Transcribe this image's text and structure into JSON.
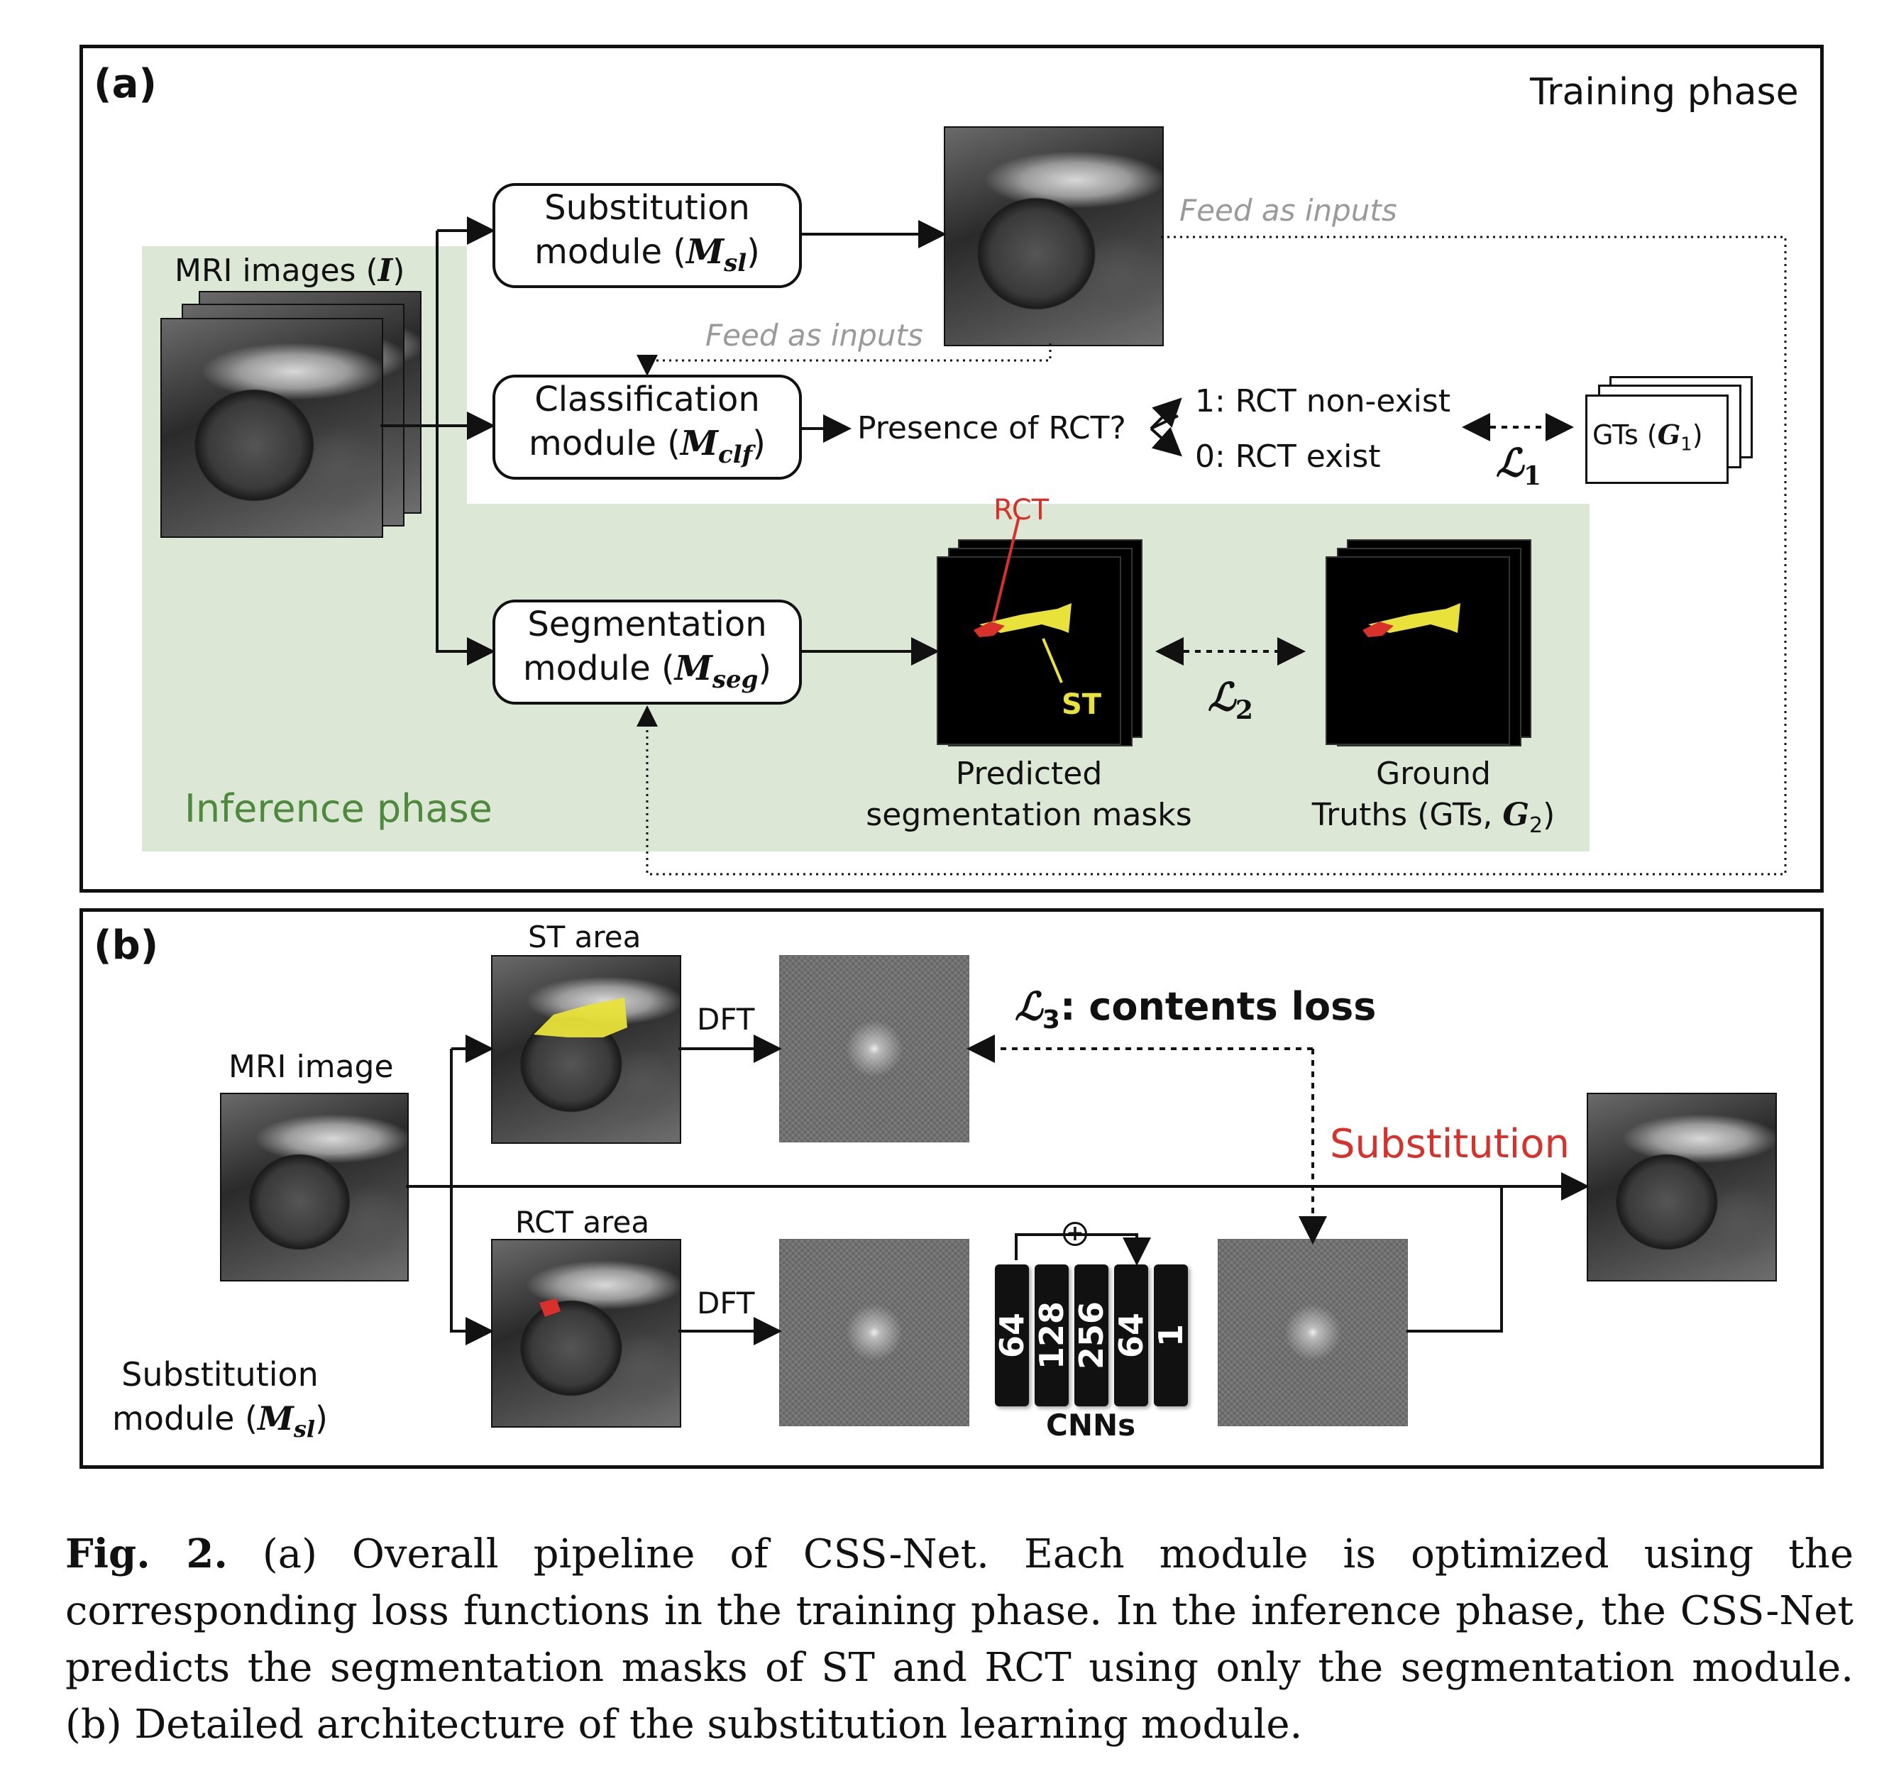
{
  "panel_a": {
    "label": "(a)",
    "training_phase": "Training phase",
    "inference_phase": "Inference phase",
    "mri_images": "MRI images (",
    "mri_images_sym": "I",
    "mri_images_close": ")",
    "substitution": {
      "line1": "Substitution",
      "line2": "module (",
      "sym": "M",
      "sub": "sl",
      "close": ")"
    },
    "classification": {
      "line1": "Classification",
      "line2": "module (",
      "sym": "M",
      "sub": "clf",
      "close": ")"
    },
    "segmentation": {
      "line1": "Segmentation",
      "line2": "module (",
      "sym": "M",
      "sub": "seg",
      "close": ")"
    },
    "feed_as_inputs_1": "Feed as inputs",
    "feed_as_inputs_2": "Feed as inputs",
    "presence": "Presence of RCT?",
    "option_1": "1: RCT non-exist",
    "option_0": "0: RCT exist",
    "gts_g1": "GTs (",
    "gts_g1_sym": "G",
    "gts_g1_sub": "1",
    "gts_g1_close": ")",
    "loss1": "ℒ",
    "loss1_sub": "1",
    "loss2": "ℒ",
    "loss2_sub": "2",
    "rct_label": "RCT",
    "st_label": "ST",
    "predicted_line1": "Predicted",
    "predicted_line2": "segmentation masks",
    "ground_line1": "Ground",
    "ground_line2": "Truths (GTs, ",
    "ground_sym": "G",
    "ground_sub": "2",
    "ground_close": ")"
  },
  "panel_b": {
    "label": "(b)",
    "st_area": "ST area",
    "rct_area": "RCT area",
    "mri_image": "MRI image",
    "dft_top": "DFT",
    "dft_bottom": "DFT",
    "loss3": "ℒ",
    "loss3_sub": "3",
    "loss3_text": ": contents loss",
    "substitution": "Substitution",
    "cnn_layers": [
      "64",
      "128",
      "256",
      "64",
      "1"
    ],
    "cnns": "CNNs",
    "plus": "+",
    "module_line1": "Substitution",
    "module_line2": "module (",
    "module_sym": "M",
    "module_sub": "sl",
    "module_close": ")"
  },
  "caption": {
    "label": "Fig. 2.",
    "text": " (a) Overall pipeline of CSS-Net. Each module is optimized using the corresponding loss functions in the training phase. In the inference phase, the CSS-Net predicts the segmentation masks of ST and RCT using only the segmentation module. (b) Detailed architecture of the substitution learning module."
  },
  "colors": {
    "green_bg": "#dde7d6",
    "inference_text": "#4e8a3c",
    "red": "#d8302a",
    "yellow": "#e8e23a",
    "feed_text": "#9a9a9a"
  }
}
